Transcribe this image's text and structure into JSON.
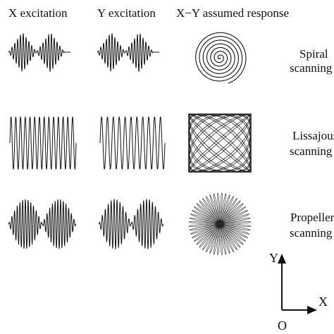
{
  "headers": [
    "X excitation",
    "Y excitation",
    "X−Y assumed response"
  ],
  "rows": [
    {
      "label": [
        "Spiral",
        "scanning"
      ],
      "x_waveform": "triangular-modulated sinusoid",
      "y_waveform": "triangular-modulated sinusoid",
      "response": "spiral"
    },
    {
      "label": [
        "Lissajous",
        "scanning"
      ],
      "x_waveform": "constant-amplitude sinusoid",
      "y_waveform": "constant-amplitude sinusoid",
      "response": "lissajous"
    },
    {
      "label": [
        "Propeller",
        "scanning"
      ],
      "x_waveform": "sinusoid-modulated sinusoid",
      "y_waveform": "sinusoid-modulated sinusoid",
      "response": "propeller"
    }
  ],
  "axes": {
    "y_label": "Y",
    "x_label": "X",
    "origin_label": "O"
  },
  "colors": {
    "ink": "#111111",
    "background": "#ffffff"
  }
}
